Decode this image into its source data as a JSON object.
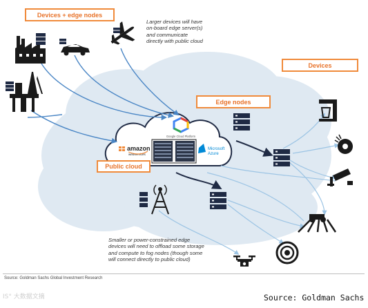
{
  "labels": {
    "devices_edge_nodes": "Devices + edge nodes",
    "devices": "Devices",
    "edge_nodes": "Edge nodes",
    "public_cloud": "Public cloud"
  },
  "notes": {
    "large_devices": [
      "Larger devices will have",
      "on-board edge server(s)",
      "and communicate",
      "directly with public cloud"
    ],
    "small_devices": [
      "Smaller or power-constrained edge",
      "devices will need to offload some storage",
      "and compute to fog nodes (though some",
      "will connect directly to public cloud)"
    ]
  },
  "cloud_providers": {
    "google": "Google Cloud Platform",
    "amazon": "amazon",
    "amazon_sub": "webservices",
    "microsoft": "Microsoft",
    "azure": "Azure"
  },
  "source_small": "Source: Goldman Sachs Global Investment Research",
  "source_big": "Source: Goldman Sachs",
  "watermark": "IS° 大数据文摘",
  "colors": {
    "accent": "#f08a3a",
    "cloud_outer": "#dde8f1",
    "cloud_inner": "#ffffff",
    "line_blue": "#4a86c5",
    "line_light": "#9cc4e4",
    "icon_dark": "#1a1a1a",
    "server_navy": "#1f2a44"
  }
}
